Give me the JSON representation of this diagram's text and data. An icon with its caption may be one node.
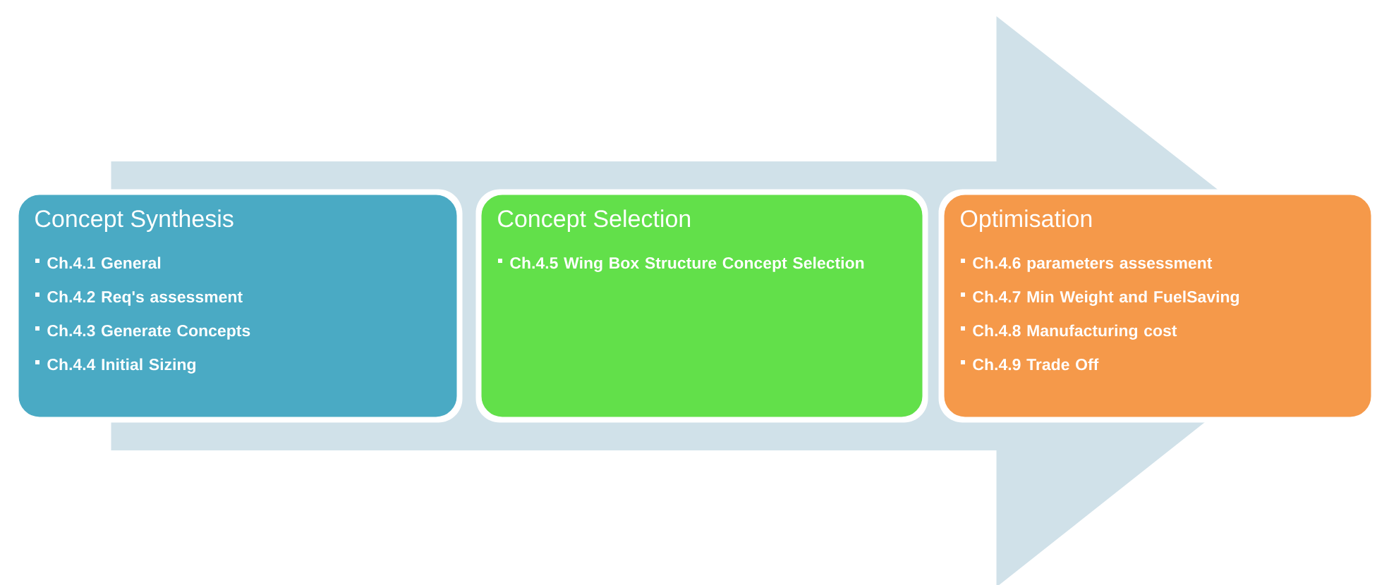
{
  "diagram": {
    "nodes": [
      {
        "text": [
          "Concept Synthesis",
          "Ch.4.1 General",
          "Ch.4.2 Req's assessment",
          "Ch.4.3 Generate Concepts",
          "Ch.4.4 Initial Sizing"
        ]
      },
      {
        "text": [
          "Concept Selection",
          "Ch.4.5 Wing Box Structure Concept Selection"
        ]
      },
      {
        "text": [
          "Optimisation",
          "Ch.4.6 parameters assessment",
          "Ch.4.7 Min Weight and FuelSaving",
          "Ch.4.8 Manufacturing cost",
          "Ch.4.9 Trade Off"
        ]
      }
    ],
    "edges": [
      {
        "from": 0,
        "to": 2,
        "arrow": "to"
      }
    ]
  }
}
